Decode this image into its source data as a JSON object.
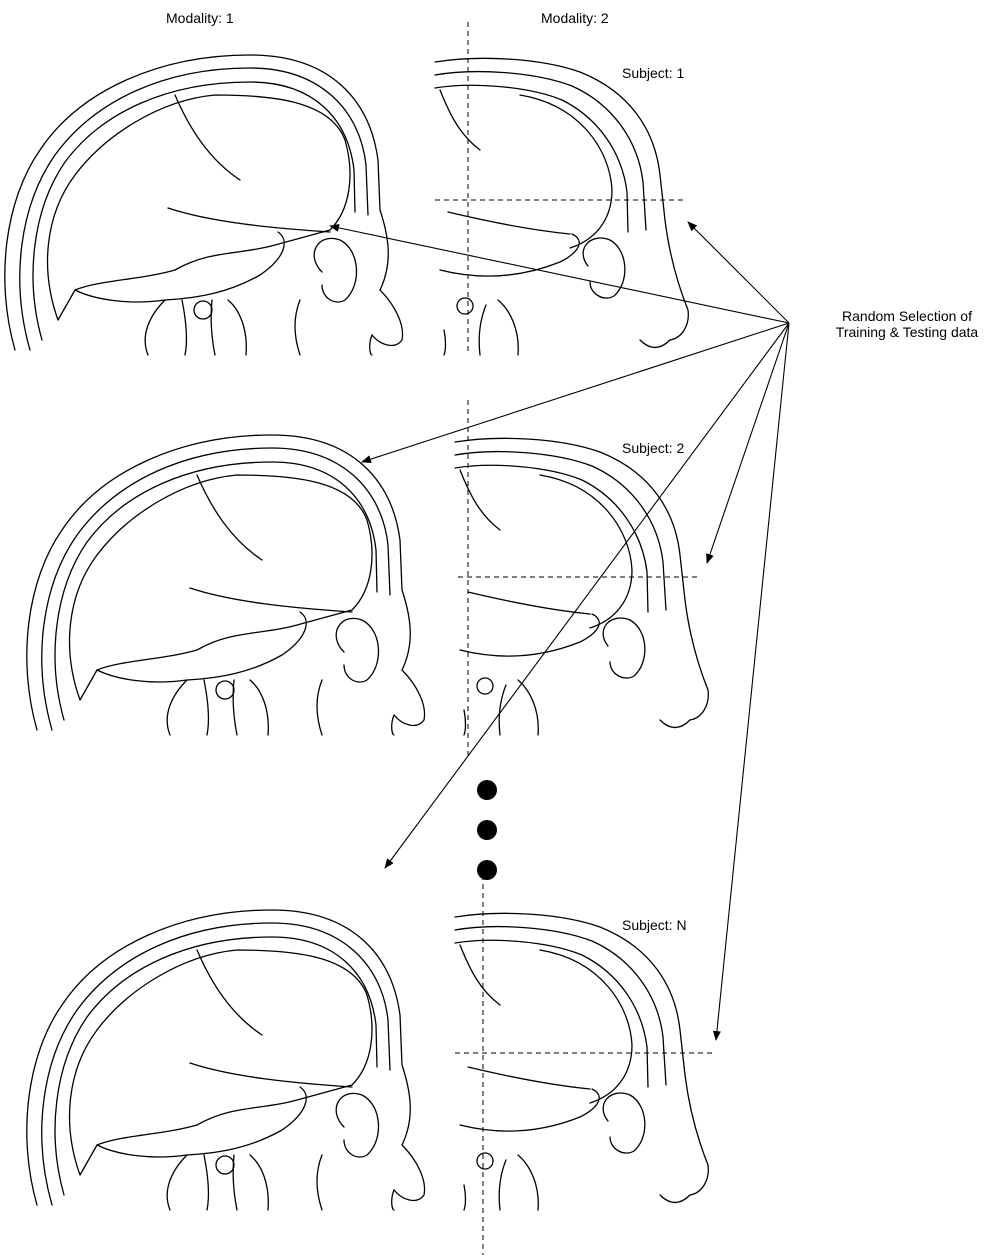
{
  "columns": {
    "modality1": "Modality: 1",
    "modality2": "Modality: 2"
  },
  "subjects": [
    {
      "label": "Subject: 1"
    },
    {
      "label": "Subject: 2"
    },
    {
      "label": "Subject: N"
    }
  ],
  "selection": {
    "line1": "Random Selection of",
    "line2": "Training & Testing data"
  }
}
